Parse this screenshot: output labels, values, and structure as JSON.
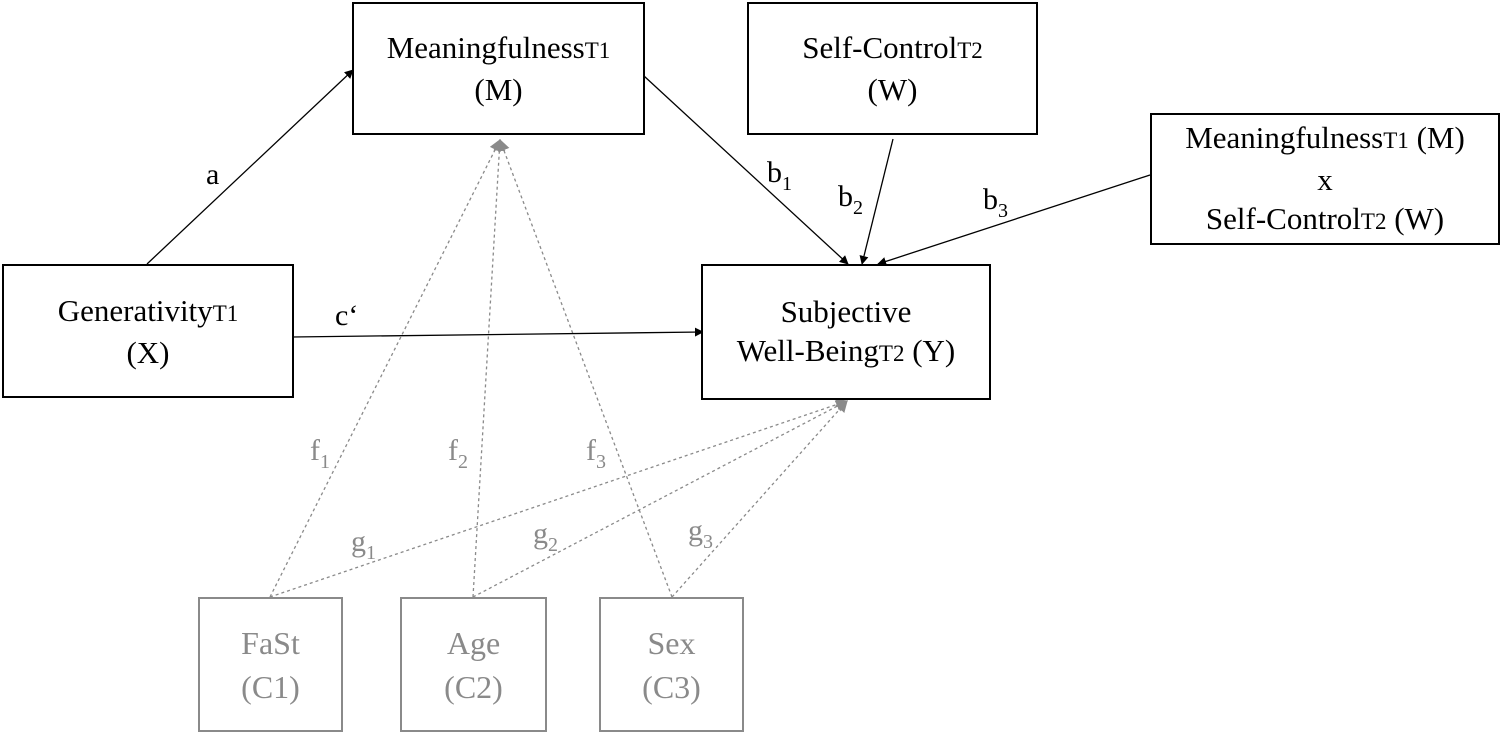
{
  "nodes": {
    "meaningfulness": {
      "name": "Meaningfulness",
      "sub": "T1",
      "tag": "(M)"
    },
    "self_control": {
      "name": "Self-Control",
      "sub": "T2",
      "tag": "(W)"
    },
    "interaction": {
      "line1_name": "Meaningfulness",
      "line1_sub": "T1",
      "line1_tag": "(M)",
      "line2": "x",
      "line3_name": "Self-Control",
      "line3_sub": "T2",
      "line3_tag": "(W)"
    },
    "generativity": {
      "name": "Generativity",
      "sub": "T1",
      "tag": "(X)"
    },
    "wellbeing": {
      "line1": "Subjective",
      "name": "Well-Being",
      "sub": "T2",
      "tag": "(Y)"
    },
    "fast": {
      "name": "FaSt",
      "tag": "(C1)"
    },
    "age": {
      "name": "Age",
      "tag": "(C2)"
    },
    "sex": {
      "name": "Sex",
      "tag": "(C3)"
    }
  },
  "paths": {
    "a": "a",
    "c_prime": "c‘",
    "b1": {
      "letter": "b",
      "index": "1"
    },
    "b2": {
      "letter": "b",
      "index": "2"
    },
    "b3": {
      "letter": "b",
      "index": "3"
    },
    "f1": {
      "letter": "f",
      "index": "1"
    },
    "f2": {
      "letter": "f",
      "index": "2"
    },
    "f3": {
      "letter": "f",
      "index": "3"
    },
    "g1": {
      "letter": "g",
      "index": "1"
    },
    "g2": {
      "letter": "g",
      "index": "2"
    },
    "g3": {
      "letter": "g",
      "index": "3"
    }
  },
  "colors": {
    "main": "#000000",
    "control": "#8a8a8a"
  }
}
